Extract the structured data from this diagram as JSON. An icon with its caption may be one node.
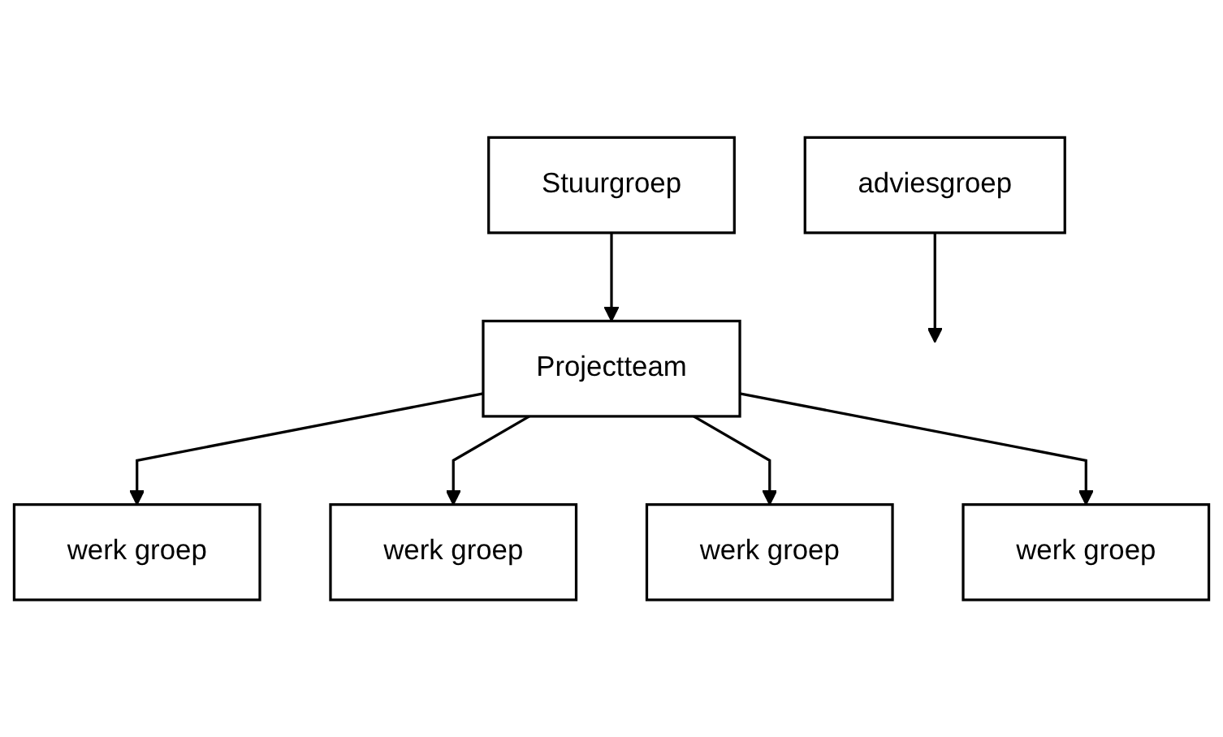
{
  "diagram": {
    "nodes": [
      {
        "text": [
          "Stuurgroep"
        ]
      },
      {
        "text": [
          "adviesgroep"
        ]
      },
      {
        "text": [
          "Projectteam"
        ]
      },
      {
        "text": [
          "werk groep"
        ]
      },
      {
        "text": [
          "werk groep"
        ]
      },
      {
        "text": [
          "werk groep"
        ]
      },
      {
        "text": [
          "werk groep"
        ]
      }
    ],
    "edges": [
      {
        "from": 1,
        "to": null,
        "arrow": "to"
      },
      {
        "from": 0,
        "to": 2,
        "arrow": "to"
      },
      {
        "from": 2,
        "to": 3,
        "arrow": "to"
      },
      {
        "from": 2,
        "to": 4,
        "arrow": "to"
      },
      {
        "from": 2,
        "to": 5,
        "arrow": "to"
      },
      {
        "from": 2,
        "to": 6,
        "arrow": "to"
      }
    ]
  }
}
